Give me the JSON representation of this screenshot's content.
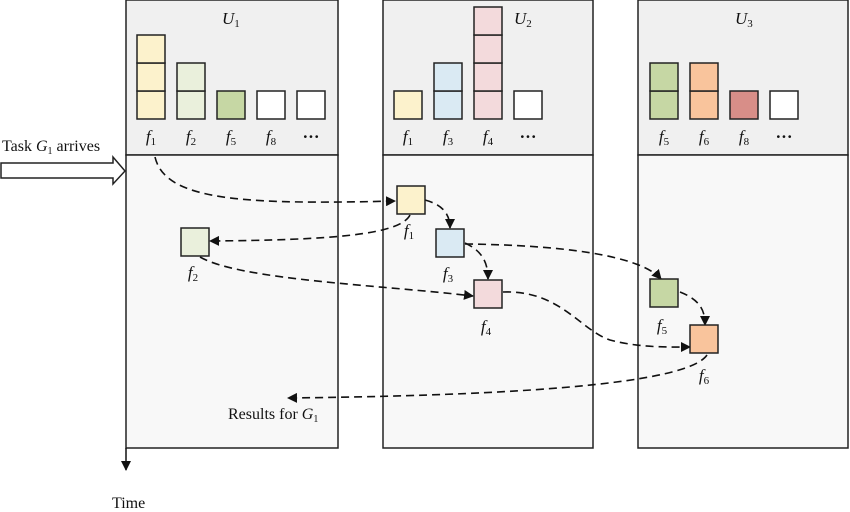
{
  "colors": {
    "f1": "#fcf2cc",
    "f2": "#eaf0dc",
    "f3": "#daeaf3",
    "f4": "#f3dadc",
    "f5": "#c6d7a4",
    "f6": "#f9c49c",
    "f8": "#d88e88",
    "empty": "#ffffff",
    "panel_top": "#f0f0f0",
    "panel_bottom": "#f8f8f8"
  },
  "task_arrival": {
    "prefix": "Task ",
    "var": "G",
    "sub": "1",
    "suffix": " arrives"
  },
  "results": {
    "prefix": "Results for ",
    "var": "G",
    "sub": "1"
  },
  "time_label": "Time",
  "ellipsis": "···",
  "servers": [
    {
      "name": "U",
      "sub": "1",
      "caches": [
        {
          "fn": "f",
          "sub": "1",
          "key": "f1",
          "count": 3
        },
        {
          "fn": "f",
          "sub": "2",
          "key": "f2",
          "count": 2
        },
        {
          "fn": "f",
          "sub": "5",
          "key": "f5",
          "count": 1
        },
        {
          "fn": "f",
          "sub": "8",
          "key": "empty",
          "count": 1
        },
        {
          "fn": "···",
          "sub": "",
          "key": "empty",
          "count": 1
        }
      ]
    },
    {
      "name": "U",
      "sub": "2",
      "caches": [
        {
          "fn": "f",
          "sub": "1",
          "key": "f1",
          "count": 1
        },
        {
          "fn": "f",
          "sub": "3",
          "key": "f3",
          "count": 2
        },
        {
          "fn": "f",
          "sub": "4",
          "key": "f4",
          "count": 4
        },
        {
          "fn": "···",
          "sub": "",
          "key": "empty",
          "count": 1
        }
      ]
    },
    {
      "name": "U",
      "sub": "3",
      "caches": [
        {
          "fn": "f",
          "sub": "5",
          "key": "f5",
          "count": 2
        },
        {
          "fn": "f",
          "sub": "6",
          "key": "f6",
          "count": 2
        },
        {
          "fn": "f",
          "sub": "8",
          "key": "f8",
          "count": 1
        },
        {
          "fn": "···",
          "sub": "",
          "key": "empty",
          "count": 1
        }
      ]
    }
  ],
  "tasks": [
    {
      "id": "f1",
      "fn": "f",
      "sub": "1",
      "server": "U2"
    },
    {
      "id": "f2",
      "fn": "f",
      "sub": "2",
      "server": "U1"
    },
    {
      "id": "f3",
      "fn": "f",
      "sub": "3",
      "server": "U2"
    },
    {
      "id": "f4",
      "fn": "f",
      "sub": "4",
      "server": "U2"
    },
    {
      "id": "f5",
      "fn": "f",
      "sub": "5",
      "server": "U3"
    },
    {
      "id": "f6",
      "fn": "f",
      "sub": "6",
      "server": "U3"
    }
  ],
  "edges": [
    {
      "from": "arrival",
      "to": "f1"
    },
    {
      "from": "f1",
      "to": "f2"
    },
    {
      "from": "f1",
      "to": "f3"
    },
    {
      "from": "f3",
      "to": "f4"
    },
    {
      "from": "f3",
      "to": "f5"
    },
    {
      "from": "f2",
      "to": "f4"
    },
    {
      "from": "f4",
      "to": "f6"
    },
    {
      "from": "f5",
      "to": "f6"
    },
    {
      "from": "f6",
      "to": "results"
    }
  ]
}
